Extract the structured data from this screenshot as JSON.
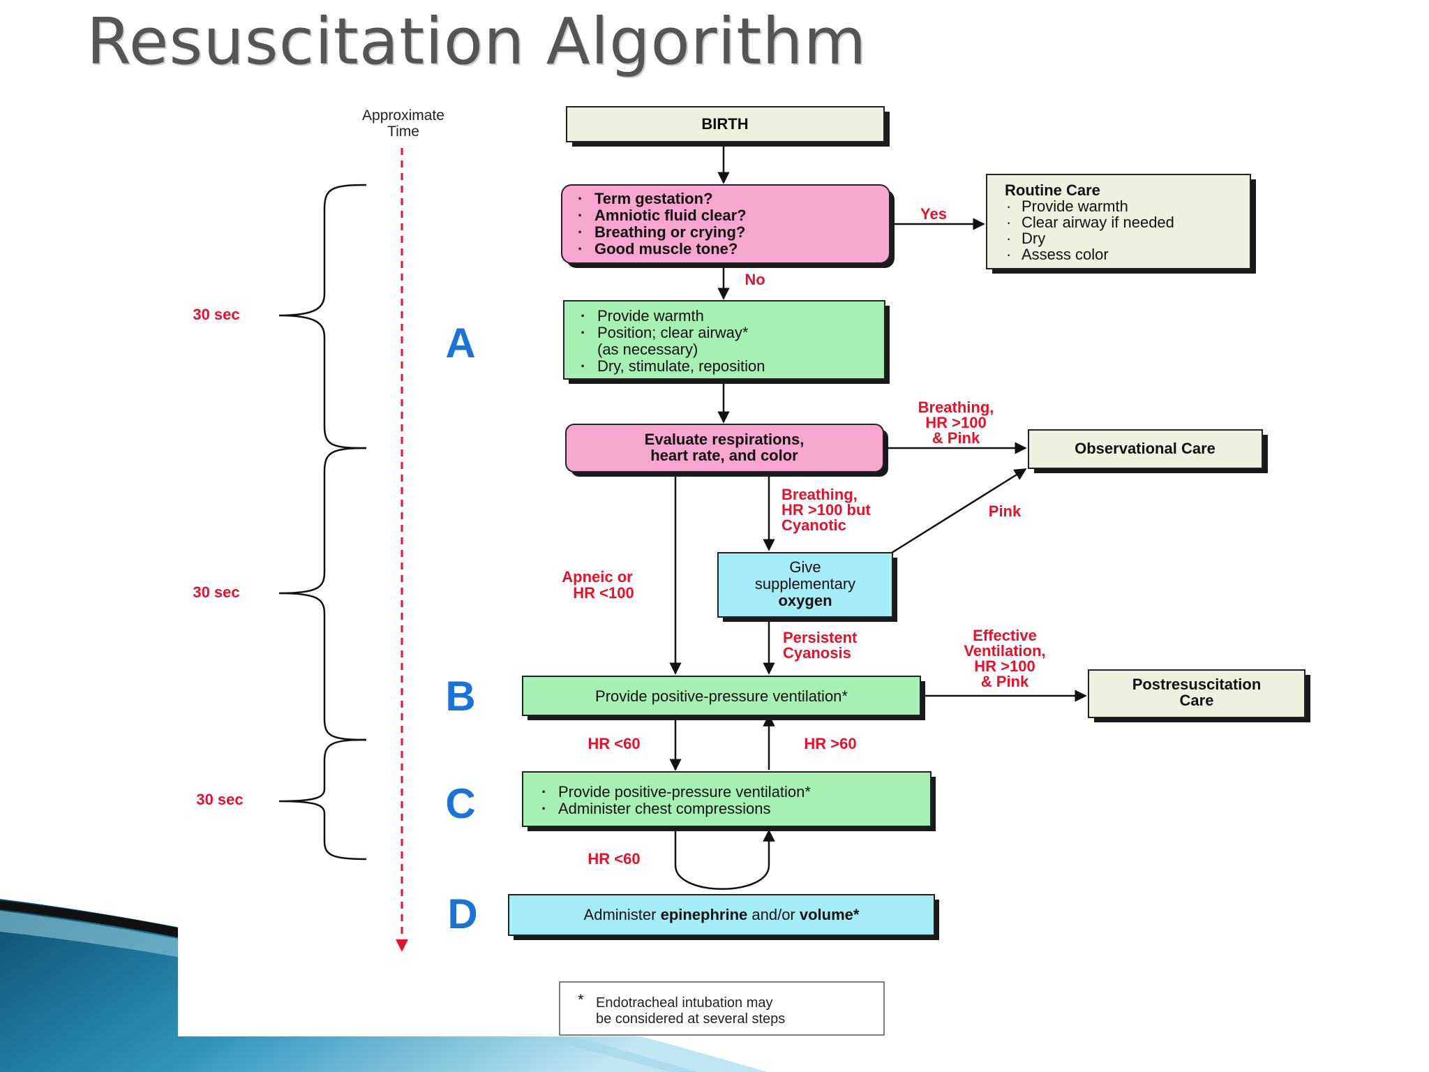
{
  "slide": {
    "title": "Resuscitation Algorithm"
  },
  "colors": {
    "pink": "#f6a6cf",
    "green": "#a6f0b4",
    "cyan": "#a4ecf6",
    "cream": "#eff1df",
    "red": "#e8102a",
    "blue": "#1a73d9"
  },
  "timeline": {
    "header": [
      "Approximate",
      "Time"
    ],
    "intervals": [
      "30 sec",
      "30 sec",
      "30 sec"
    ]
  },
  "steps": {
    "a": "A",
    "b": "B",
    "c": "C",
    "d": "D"
  },
  "boxes": {
    "birth": "BIRTH",
    "assessment": [
      "Term gestation?",
      "Amniotic fluid clear?",
      "Breathing or crying?",
      "Good muscle tone?"
    ],
    "routine_care": {
      "title": "Routine Care",
      "items": [
        "Provide warmth",
        "Clear airway if needed",
        "Dry",
        "Assess color"
      ]
    },
    "initial_steps": [
      "Provide warmth",
      "Position; clear airway*",
      "(as necessary)",
      "Dry, stimulate, reposition"
    ],
    "evaluate": [
      "Evaluate respirations,",
      "heart rate, and color"
    ],
    "observational_care": "Observational Care",
    "oxygen": [
      "Give",
      "supplementary",
      "oxygen"
    ],
    "ppv": "Provide positive-pressure ventilation*",
    "postresuscitation_care": [
      "Postresuscitation",
      "Care"
    ],
    "ppv_compressions": [
      "Provide positive-pressure ventilation*",
      "Administer chest compressions"
    ],
    "medications": {
      "prefix": "Administer ",
      "drug": "epinephrine",
      "middle": " and/or ",
      "volume": "volume",
      "suffix": "*"
    },
    "footnote": [
      "Endotracheal intubation may",
      "be considered at several steps"
    ],
    "footnote_star": "*"
  },
  "arrow_labels": {
    "yes": "Yes",
    "no": "No",
    "breathing_pink": [
      "Breathing,",
      "HR >100",
      "& Pink"
    ],
    "breathing_cyanotic": [
      "Breathing,",
      "HR >100 but",
      "Cyanotic"
    ],
    "pink": "Pink",
    "apneic": [
      "Apneic or",
      "HR <100"
    ],
    "persistent_cyanosis": [
      "Persistent",
      "Cyanosis"
    ],
    "effective_ventilation": [
      "Effective",
      "Ventilation,",
      "HR >100",
      "& Pink"
    ],
    "hr_lt_60_b": "HR <60",
    "hr_gt_60": "HR >60",
    "hr_lt_60_c": "HR <60"
  }
}
